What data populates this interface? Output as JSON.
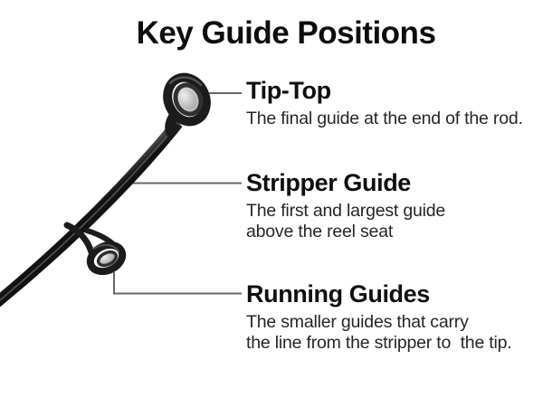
{
  "page": {
    "title": "Key Guide Positions"
  },
  "annotations": [
    {
      "id": "tip-top",
      "heading": "Tip-Top",
      "description": "The final guide at the end of the rod."
    },
    {
      "id": "stripper-guide",
      "heading": "Stripper Guide",
      "description": "The first and largest guide\nabove the reel seat"
    },
    {
      "id": "running-guides",
      "heading": "Running Guides",
      "description": "The smaller guides that carry\nthe line from the stripper to  the tip."
    }
  ],
  "illustration": {
    "subject": "spinning-rod-tip-section",
    "parts": [
      "rod-blank",
      "tip-top-guide",
      "running-guide"
    ],
    "colors": {
      "background": "#ffffff",
      "rod_dark": "#1b1b1b",
      "rod_highlight": "#606060",
      "guide_frame": "#1b1b1b",
      "guide_insert_hole": "#b9b9b9",
      "leader_line": "#666666",
      "heading_text": "#0f0f0f",
      "body_text": "#262626"
    }
  }
}
